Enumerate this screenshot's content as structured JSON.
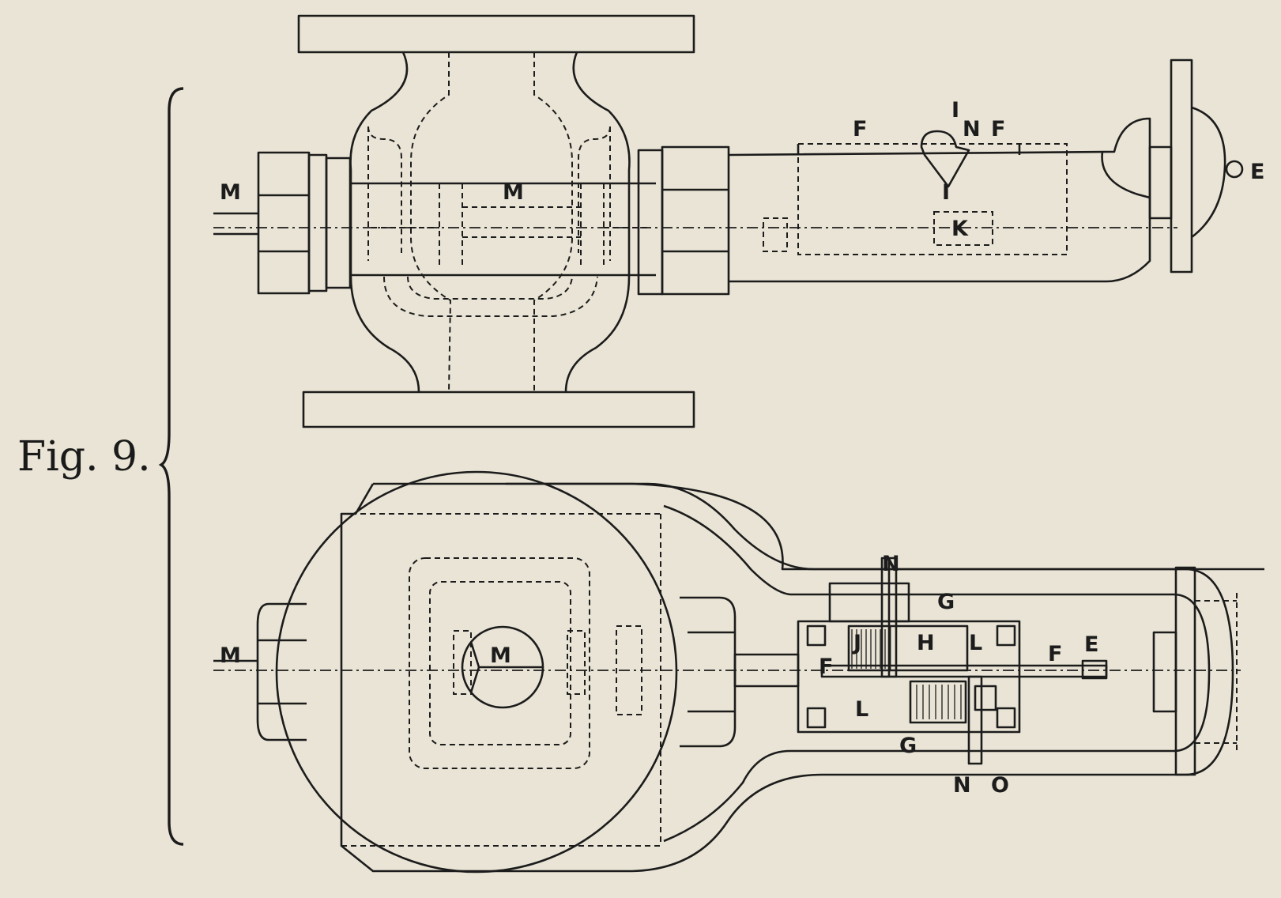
{
  "figure": {
    "label": "Fig. 9.",
    "top_view_labels": {
      "M_left": "M",
      "M_center": "M",
      "F_top": "F",
      "I_top": "I",
      "N_top": "N",
      "F_right": "F",
      "I_lower": "I",
      "K": "K",
      "E": "E"
    },
    "bottom_view_labels": {
      "M_left": "M",
      "M_center": "M",
      "N_top": "N",
      "G_top": "G",
      "J": "J",
      "H": "H",
      "L_right": "L",
      "F_left": "F",
      "F_right": "F",
      "E": "E",
      "L_lower": "L",
      "G_lower": "G",
      "N_lower": "N",
      "O": "O"
    }
  }
}
